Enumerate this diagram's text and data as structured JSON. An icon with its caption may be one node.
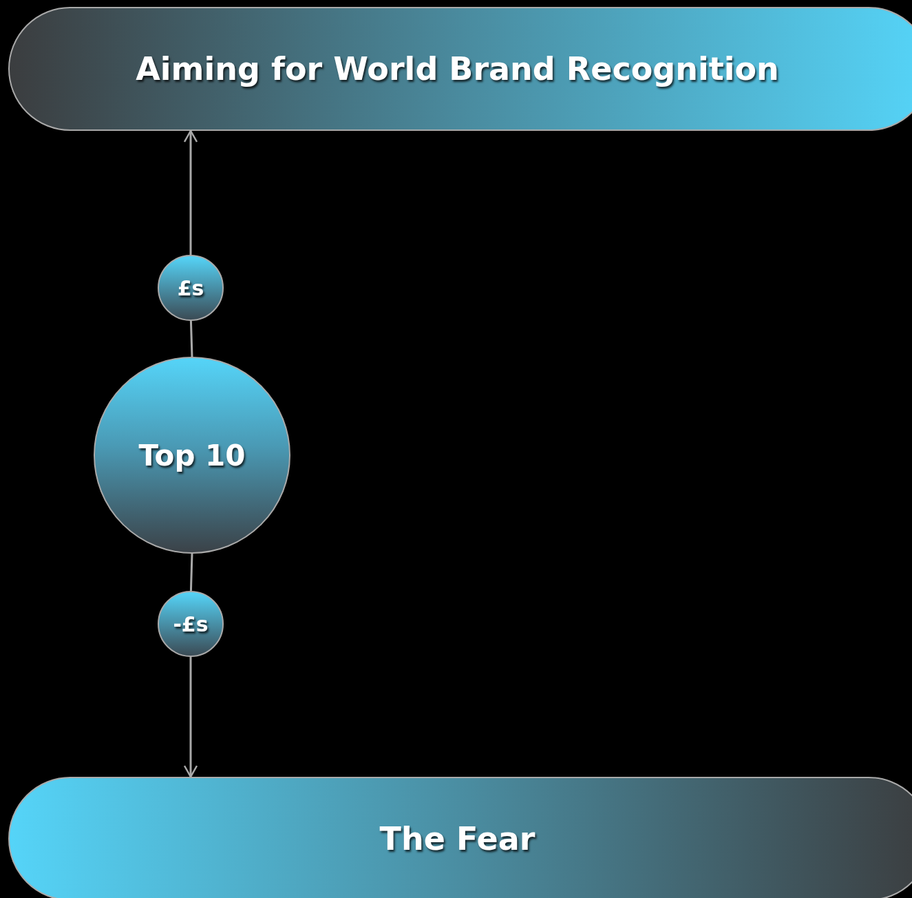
{
  "diagram": {
    "nodes": [
      {
        "text": [
          "Aiming for World Brand Recognition"
        ]
      },
      {
        "text": [
          "£s"
        ]
      },
      {
        "text": [
          "Top 10"
        ]
      },
      {
        "text": [
          "-£s"
        ]
      },
      {
        "text": [
          "The Fear"
        ]
      }
    ],
    "edges": [
      {
        "from": 2,
        "to": 1,
        "arrow": "none"
      },
      {
        "from": 1,
        "to": 0,
        "arrow": "to"
      },
      {
        "from": 2,
        "to": 3,
        "arrow": "none"
      },
      {
        "from": 3,
        "to": 4,
        "arrow": "to"
      }
    ]
  }
}
